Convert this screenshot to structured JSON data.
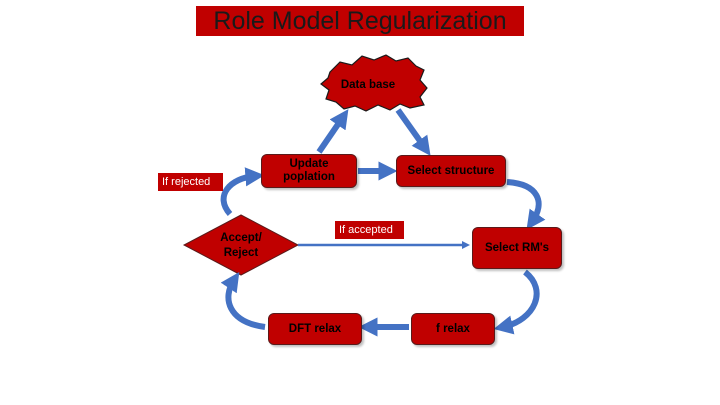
{
  "title": "Role Model Regularization",
  "nodes": {
    "database": "Data base",
    "update_population_line1": "Update",
    "update_population_line2": "poplation",
    "select_structure": "Select structure",
    "accept_reject_line1": "Accept/",
    "accept_reject_line2": "Reject",
    "select_rms": "Select RM's",
    "f_relax": "f relax",
    "dft_relax": "DFT relax"
  },
  "edge_labels": {
    "if_rejected": "If rejected",
    "if_accepted": "If accepted"
  },
  "colors": {
    "box_fill": "#c00000",
    "arrow": "#4472c4"
  }
}
